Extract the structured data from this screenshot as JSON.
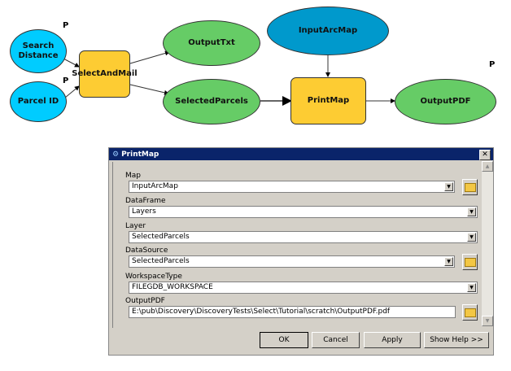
{
  "diagram": {
    "nodes": {
      "search_distance": "Search Distance",
      "parcel_id": "Parcel ID",
      "select_and_mail": "SelectAndMail",
      "output_txt": "OutputTxt",
      "selected_parcels": "SelectedParcels",
      "input_arcmap": "InputArcMap",
      "print_map": "PrintMap",
      "output_pdf": "OutputPDF"
    },
    "param_marker": "P",
    "colors": {
      "input": "#00ccff",
      "tool": "#fdcc33",
      "output": "#66cc66",
      "data": "#0099cc"
    }
  },
  "dialog": {
    "title": "PrintMap",
    "close": "✕",
    "fields": [
      {
        "label": "Map",
        "value": "InputArcMap"
      },
      {
        "label": "DataFrame",
        "value": "Layers"
      },
      {
        "label": "Layer",
        "value": "SelectedParcels"
      },
      {
        "label": "DataSource",
        "value": "SelectedParcels"
      },
      {
        "label": "WorkspaceType",
        "value": "FILEGDB_WORKSPACE"
      },
      {
        "label": "OutputPDF",
        "value": "E:\\pub\\Discovery\\DiscoveryTests\\Select\\Tutorial\\scratch\\OutputPDF.pdf"
      }
    ],
    "buttons": {
      "ok": "OK",
      "cancel": "Cancel",
      "apply": "Apply",
      "help": "Show Help >>"
    }
  }
}
